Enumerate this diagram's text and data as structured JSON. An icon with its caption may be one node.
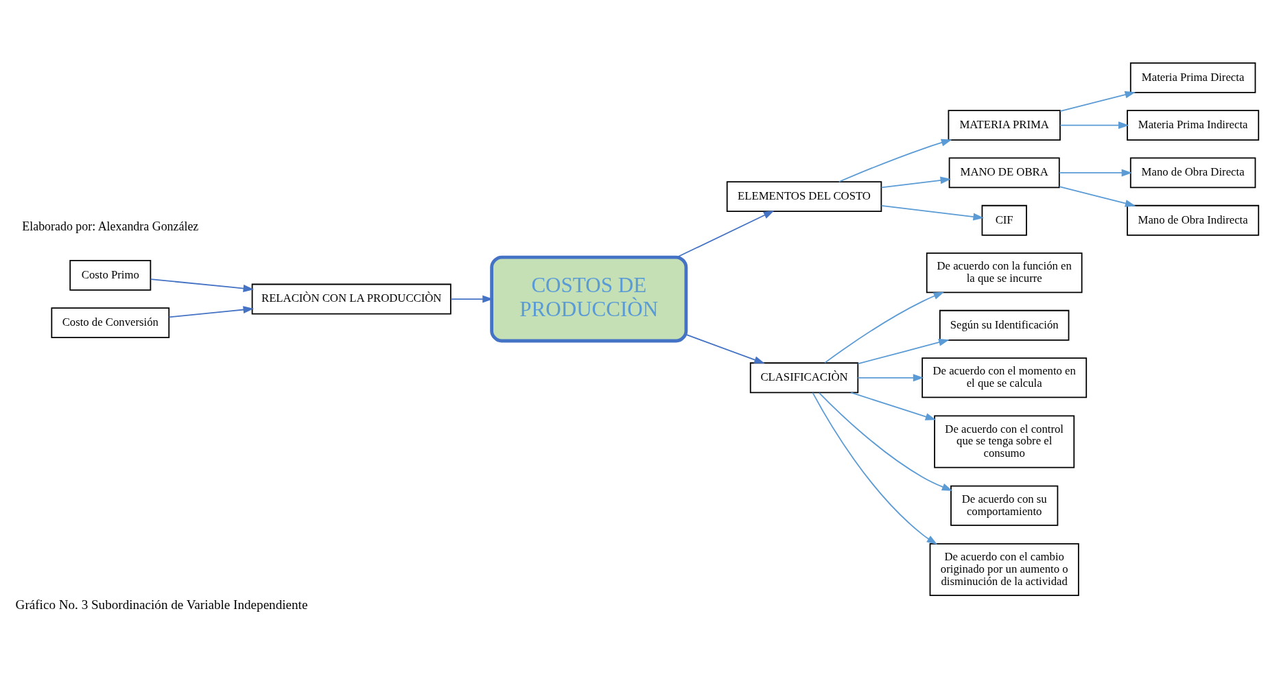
{
  "diagram": {
    "caption": "Gráfico No. 3 Subordinación de Variable Independiente",
    "nodes": [
      {
        "text": [
          "Materia Prima Directa"
        ]
      },
      {
        "text": [
          "Materia Prima Indirecta"
        ]
      },
      {
        "text": [
          "Mano de Obra Directa"
        ]
      },
      {
        "text": [
          "Mano de Obra Indirecta"
        ]
      },
      {
        "text": [
          "MATERIA PRIMA"
        ]
      },
      {
        "text": [
          "MANO DE OBRA"
        ]
      },
      {
        "text": [
          "CIF"
        ]
      },
      {
        "text": [
          "De acuerdo con la función en la que se incurre"
        ]
      },
      {
        "text": [
          "Según su Identificación"
        ]
      },
      {
        "text": [
          "ELEMENTOS DEL COSTO"
        ]
      },
      {
        "text": [
          "De acuerdo con el momento en el que se calcula"
        ]
      },
      {
        "text": [
          "CLASIFICACIÒN"
        ]
      },
      {
        "text": [
          "Costo Primo"
        ]
      },
      {
        "text": [
          "RELACIÒN CON LA PRODUCCIÒN"
        ]
      },
      {
        "text": [
          "COSTOS DE PRODUCCIÒN"
        ]
      },
      {
        "text": [
          "De acuerdo con el control que se tenga sobre el consumo"
        ]
      },
      {
        "text": [
          "De acuerdo con su comportamiento"
        ]
      },
      {
        "text": [
          "Costo de Conversión"
        ]
      },
      {
        "text": [
          "De acuerdo con el cambio originado por un aumento o disminución de la actividad"
        ]
      }
    ],
    "edges": [
      {
        "from": 12,
        "to": 13,
        "arrow": "to",
        "color": "#4472c4"
      },
      {
        "from": 17,
        "to": 13,
        "arrow": "to",
        "color": "#4472c4"
      },
      {
        "from": 13,
        "to": 14,
        "arrow": "to",
        "color": "#4472c4"
      },
      {
        "from": 14,
        "to": 9,
        "arrow": "to",
        "color": "#4472c4"
      },
      {
        "from": 14,
        "to": 11,
        "arrow": "to",
        "color": "#4472c4"
      },
      {
        "from": 9,
        "to": 4,
        "arrow": "to"
      },
      {
        "from": 9,
        "to": 5,
        "arrow": "to"
      },
      {
        "from": 9,
        "to": 6,
        "arrow": "to"
      },
      {
        "from": 4,
        "to": 0,
        "arrow": "to"
      },
      {
        "from": 4,
        "to": 1,
        "arrow": "to"
      },
      {
        "from": 5,
        "to": 2,
        "arrow": "to"
      },
      {
        "from": 5,
        "to": 3,
        "arrow": "to"
      },
      {
        "from": 11,
        "to": 7,
        "arrow": "to"
      },
      {
        "from": 11,
        "to": 8,
        "arrow": "to"
      },
      {
        "from": 11,
        "to": 10,
        "arrow": "to"
      },
      {
        "from": 11,
        "to": 15,
        "arrow": "to"
      },
      {
        "from": 11,
        "to": 16,
        "arrow": "to"
      },
      {
        "from": 11,
        "to": 18,
        "arrow": "to"
      }
    ],
    "labels": [
      "Elaborado por: Alexandra González"
    ]
  }
}
